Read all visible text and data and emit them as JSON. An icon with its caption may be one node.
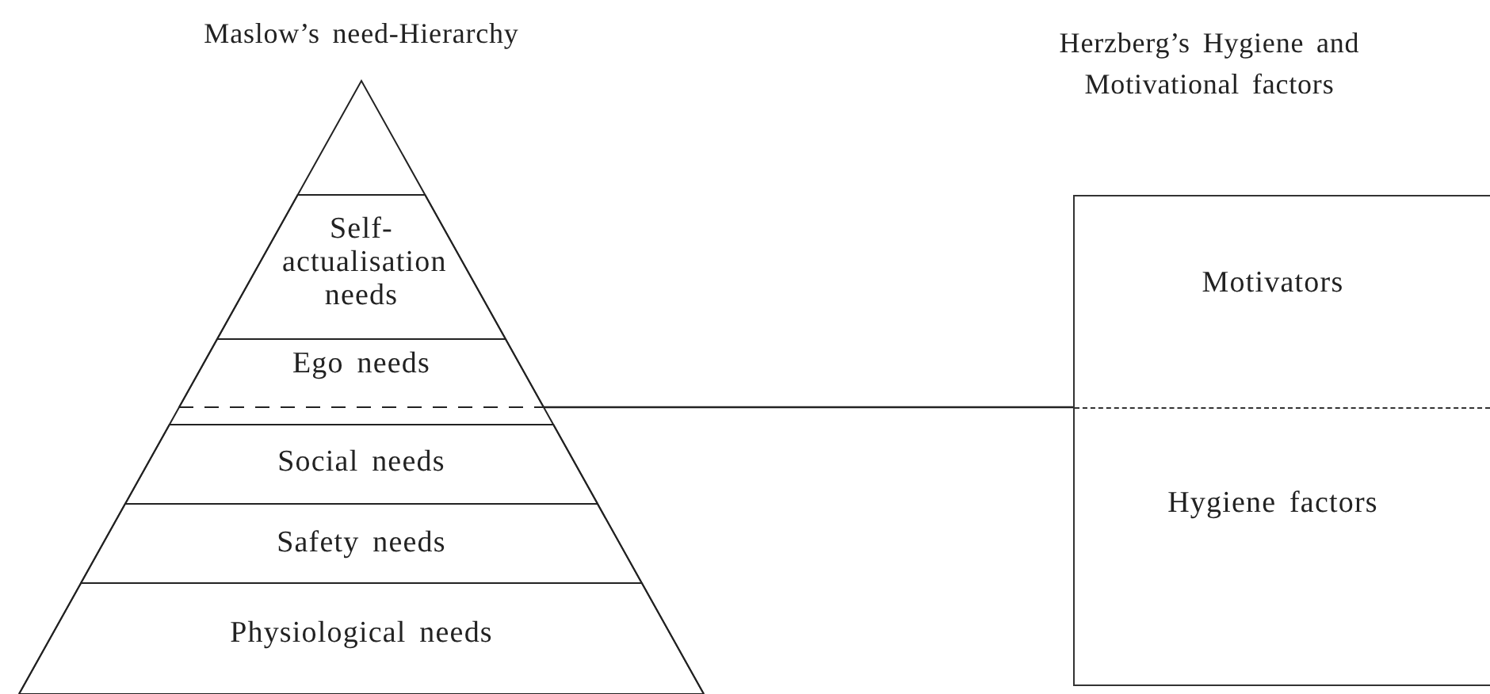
{
  "diagram": {
    "nodes": [
      {
        "text": [
          "Maslow’s need-Hierarchy"
        ]
      },
      {
        "text": [
          "Self-actualisation needs"
        ],
        "in": 0
      },
      {
        "text": [
          "Ego needs"
        ],
        "in": 0
      },
      {
        "text": [
          "Social needs"
        ],
        "in": 0
      },
      {
        "text": [
          "Safety needs"
        ],
        "in": 0
      },
      {
        "text": [
          "Physiological needs"
        ],
        "in": 0
      },
      {
        "text": [
          "Herzberg’s Hygiene and Motivational factors"
        ]
      },
      {
        "text": [
          "Motivators"
        ],
        "in": 6
      },
      {
        "text": [
          "Hygiene factors"
        ],
        "in": 6
      }
    ],
    "edges": [
      {
        "from": 2,
        "to": 6,
        "arrow": "none"
      }
    ]
  }
}
